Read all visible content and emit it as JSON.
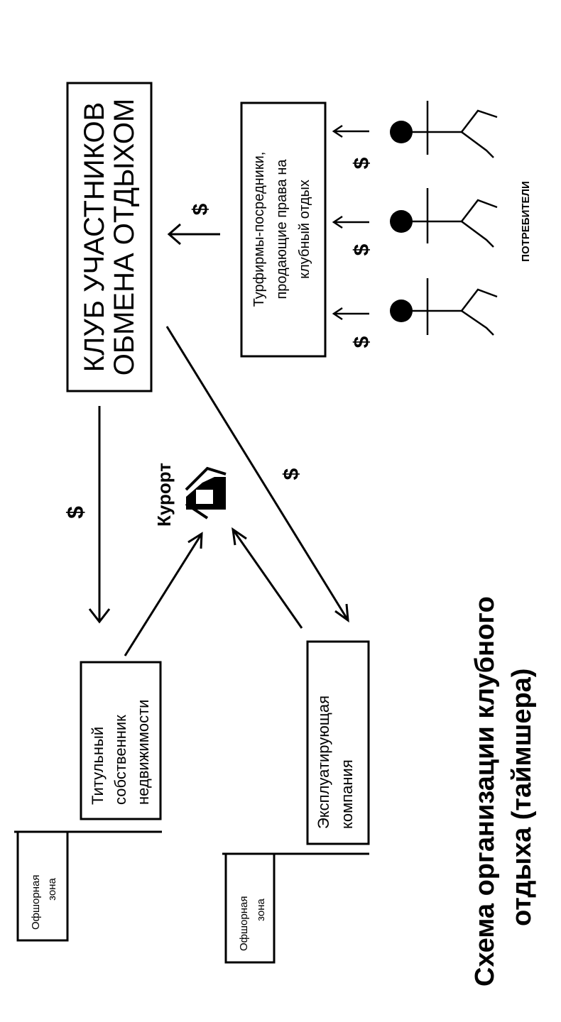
{
  "title": {
    "line1": "Схема организации клубного",
    "line2": "отдыха (таймшера)"
  },
  "club": {
    "line1": "КЛУБ УЧАСТНИКОВ",
    "line2": "ОБМЕНА ОТДЫХОМ"
  },
  "agents": {
    "line1": "Турфирмы-посредники,",
    "line2": "продающие права на",
    "line3": "клубный отдых"
  },
  "consumers_label": "ПОТРЕБИТЕЛИ",
  "resort_label": "Курорт",
  "owner": {
    "line1": "Титульный",
    "line2": "собственник",
    "line3": "недвижимости"
  },
  "operator": {
    "line1": "Эксплуатирующая",
    "line2": "компания"
  },
  "offshore_top": {
    "line1": "Офшорная",
    "line2": "зона"
  },
  "offshore_bottom": {
    "line1": "Офшорная",
    "line2": "зона"
  },
  "money_symbol": "$"
}
